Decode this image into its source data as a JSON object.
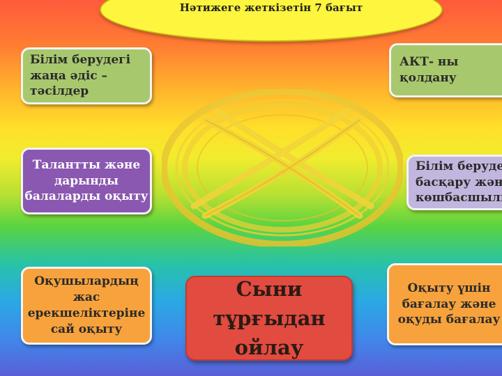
{
  "title": "Нәтижеге жеткізетін 7 бағыт",
  "boxes": {
    "top_left": [
      "Білім берудегі",
      "жаңа әдіс –тәсілдер"
    ],
    "top_right": [
      "АКТ- ны қолдану"
    ],
    "mid_left": [
      "Талантты және",
      "дарынды",
      "балаларды оқыту"
    ],
    "mid_right": [
      "Білім берудегі",
      "басқару және",
      "көшбасшылық"
    ],
    "bottom_left": [
      "Оқушылардың",
      "жас",
      "ерекшеліктеріне",
      "сай оқыту"
    ],
    "bottom_right": [
      "Оқыту үшін",
      "бағалау және",
      "оқуды бағалау"
    ],
    "center": [
      "Сыни тұрғыдан",
      "ойлау"
    ]
  },
  "colors": {
    "title_fill": "#fdf53e",
    "green": "#a8c86e",
    "purple": "#8a58b0",
    "lavender": "#c2b6de",
    "orange": "#f7a23c",
    "center_red": "#e14b40",
    "emblem_gold": "#f1cf35"
  }
}
